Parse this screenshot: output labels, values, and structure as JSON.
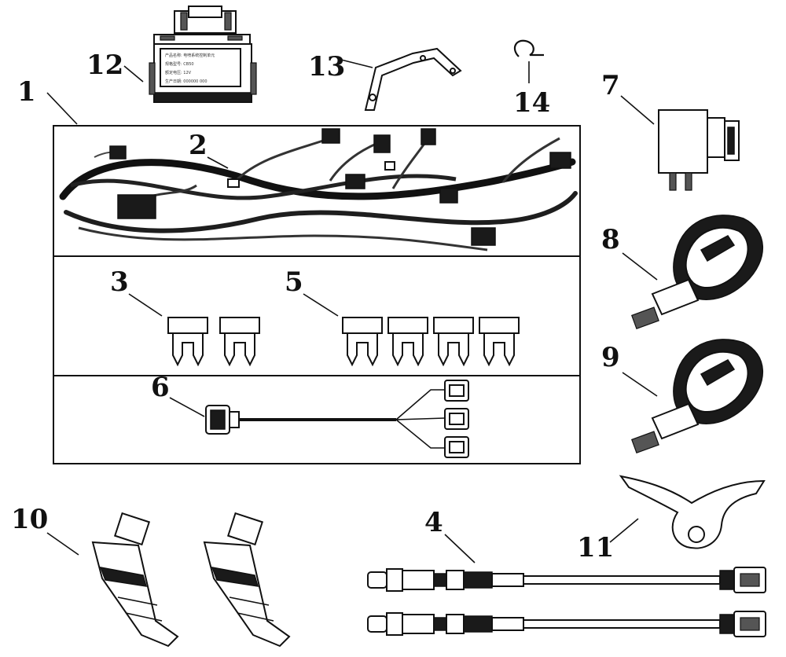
{
  "diagram": {
    "callouts": [
      "1",
      "2",
      "3",
      "4",
      "5",
      "6",
      "7",
      "8",
      "9",
      "10",
      "11",
      "12",
      "13",
      "14"
    ],
    "ecu_label_lines": [
      "产品名称: 电喷系统控制单元",
      "规格型号: CB50",
      "额定电压: 12V",
      "生产日期: 000000 000"
    ]
  }
}
